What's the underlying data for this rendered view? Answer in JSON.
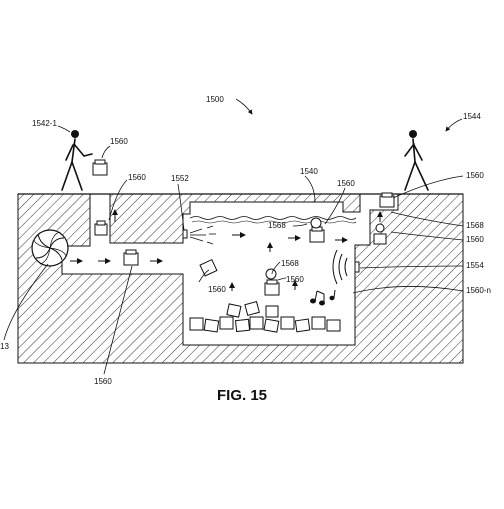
{
  "figure": {
    "title": "FIG. 15",
    "labels": {
      "system": "1500",
      "system_alt": "1544",
      "person_left": "1542-1",
      "object_top_left": "1560",
      "object_shaft": "1560",
      "duct": "1552",
      "channel": "1540",
      "object_chamber_top": "1560",
      "object_right_upper": "1560",
      "sensor_right_a": "1568",
      "object_right_lower": "1560",
      "sensor_center_top": "1568",
      "object_floating": "1560",
      "sensor_center_mid": "1568",
      "object_center_mid": "1560",
      "speaker": "1554",
      "sound_object": "1560-n",
      "fan_partial": "13",
      "object_bottom": "1560"
    }
  }
}
